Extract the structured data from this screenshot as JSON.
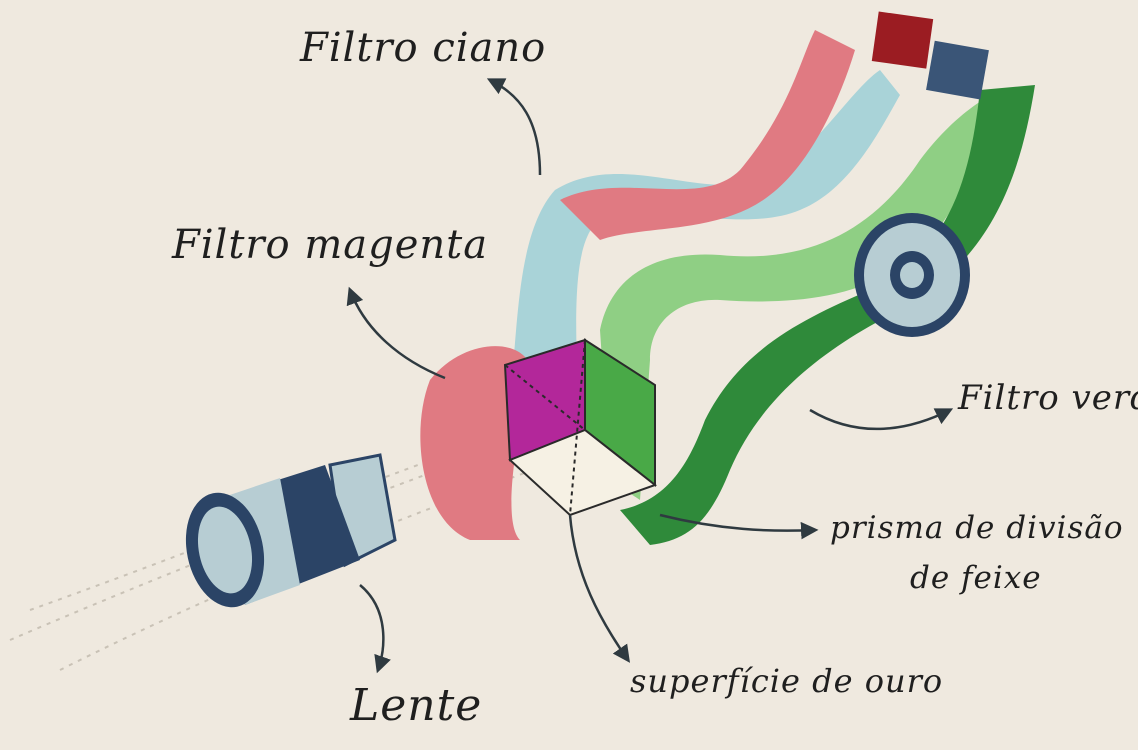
{
  "labels": {
    "cyan_filter": "Filtro ciano",
    "magenta_filter": "Filtro magenta",
    "green_filter": "Filtro verde",
    "prism_line1": "prisma de divisão",
    "prism_line2": "de feixe",
    "gold_surface": "superfície de ouro",
    "lens": "Lente"
  },
  "colors": {
    "background": "#efe9df",
    "red_band": "#e07a82",
    "red_square": "#9b1c22",
    "cyan_band": "#a9d3d8",
    "navy_square": "#3a5577",
    "green_band_light": "#8fcf84",
    "green_band_dark": "#2f8a3a",
    "magenta_face": "#b3279a",
    "green_face": "#49a947",
    "lens_body": "#2b4466",
    "lens_glass": "#b7cdd3",
    "arrow": "#2f3a40"
  }
}
